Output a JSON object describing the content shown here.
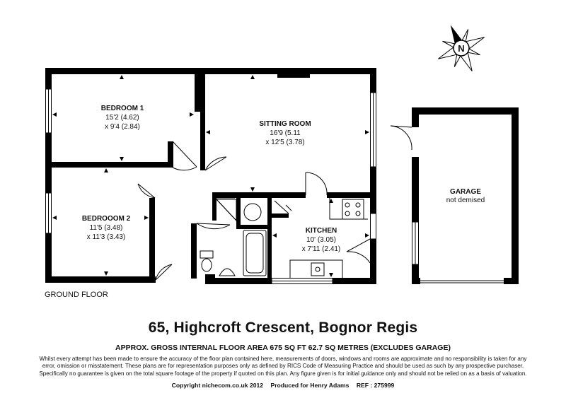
{
  "rooms": {
    "bedroom1": {
      "name": "BEDROOM 1",
      "dim1": "15'2 (4.62)",
      "dim2": "x 9'4 (2.84)"
    },
    "sitting_room": {
      "name": "SITTING ROOM",
      "dim1": "16'9 (5.11",
      "dim2": "x 12'5 (3.78)"
    },
    "bedroom2": {
      "name": "BEDROOOM 2",
      "dim1": "11'5 (3.48)",
      "dim2": "x 11'3 (3.43)"
    },
    "kitchen": {
      "name": "KITCHEN",
      "dim1": "10' (3.05)",
      "dim2": "x 7'11 (2.41)"
    },
    "garage": {
      "name": "GARAGE",
      "note": "not demised"
    }
  },
  "floor_label": "GROUND FLOOR",
  "compass": {
    "letter": "N"
  },
  "title": "65, Highcroft Crescent, Bognor Regis",
  "area_line": "APPROX. GROSS INTERNAL FLOOR AREA 675 SQ FT 62.7 SQ METRES (EXCLUDES GARAGE)",
  "disclaimer": "Whilst every attempt has been made to ensure the accuracy of the floor plan contained here, measurements of doors, windows and rooms are approximate and no responsibility is taken for any error, omission or misstatement. These plans are for representation purposes only as defined by RICS Code of Measuring Practice and should be used as such by any prospective purchaser. Specifically no guarantee is given on the total square footage of the property if quoted on this plan. Any figure given is for initial guidance only and should not be relied on as a basis of valuation.",
  "credits": {
    "copyright": "Copyright nichecom.co.uk 2012",
    "produced": "Produced for Henry Adams",
    "ref": "REF : 275999"
  }
}
